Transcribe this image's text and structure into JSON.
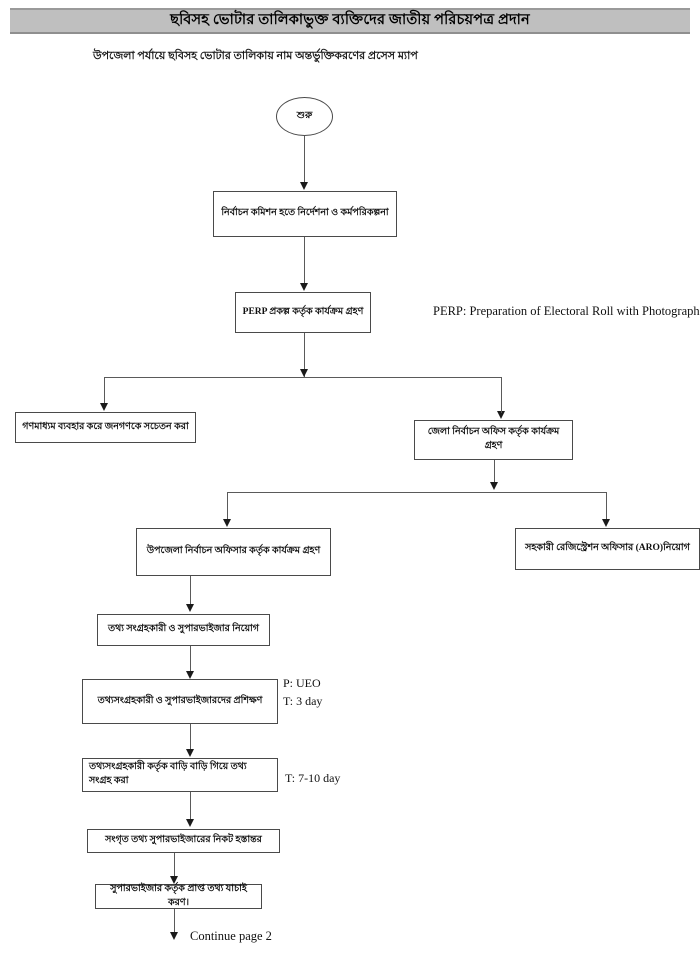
{
  "header": {
    "title": "ছবিসহ ভোটার তালিকাভুক্ত ব্যক্তিদের জাতীয় পরিচয়পত্র প্রদান",
    "subtitle": "উপজেলা পর্যায়ে ছবিসহ ভোটার তালিকায় নাম অন্তর্ভুক্তিকরণের প্রসেস ম্যাপ"
  },
  "flow": {
    "start": "শুরু",
    "nodes": [
      {
        "id": "ec-directive",
        "label": "নির্বাচন কমিশন হতে নির্দেশনা ও কর্মপরিকল্পনা"
      },
      {
        "id": "perp-project",
        "label": "PERP প্রকল্প কর্তৃক কার্যক্রম গ্রহণ"
      },
      {
        "id": "media-aware",
        "label": "গণমাধ্যম ব্যবহার করে জনগণকে সচেতন করা"
      },
      {
        "id": "district-office",
        "label": "জেলা নির্বাচন অফিস কর্তৃক কার্যক্রম গ্রহণ"
      },
      {
        "id": "upazila-officer",
        "label": "উপজেলা নির্বাচন অফিসার কর্তৃক কার্যক্রম গ্রহণ"
      },
      {
        "id": "aro-appoint",
        "label": "সহকারী রেজিস্ট্রেশন অফিসার (ARO)নিয়োগ"
      },
      {
        "id": "hire-staff",
        "label": "তথ্য সংগ্রহকারী ও সুপারভাইজার নিয়োগ"
      },
      {
        "id": "training",
        "label": "তথ্যসংগ্রহকারী ও সুপারভাইজারদের প্রশিক্ষণ"
      },
      {
        "id": "door-to-door",
        "label": "তথ্যসংগ্রহকারী কর্তৃক বাড়ি বাড়ি গিয়ে তথ্য সংগ্রহ করা"
      },
      {
        "id": "handover",
        "label": "সংগৃত তথ্য সুপারভাইজারের নিকট হস্তান্তর"
      },
      {
        "id": "verify",
        "label": "সুপারভাইজার কর্তৃক প্রাপ্ত তথ্য যাচাই করণ।"
      }
    ]
  },
  "annotations": {
    "perp_legend": "PERP: Preparation of Electoral Roll with Photograph",
    "training_person": "P: UEO",
    "training_time": "T: 3 day",
    "collection_time": "T: 7-10 day",
    "continue": "Continue page 2"
  }
}
